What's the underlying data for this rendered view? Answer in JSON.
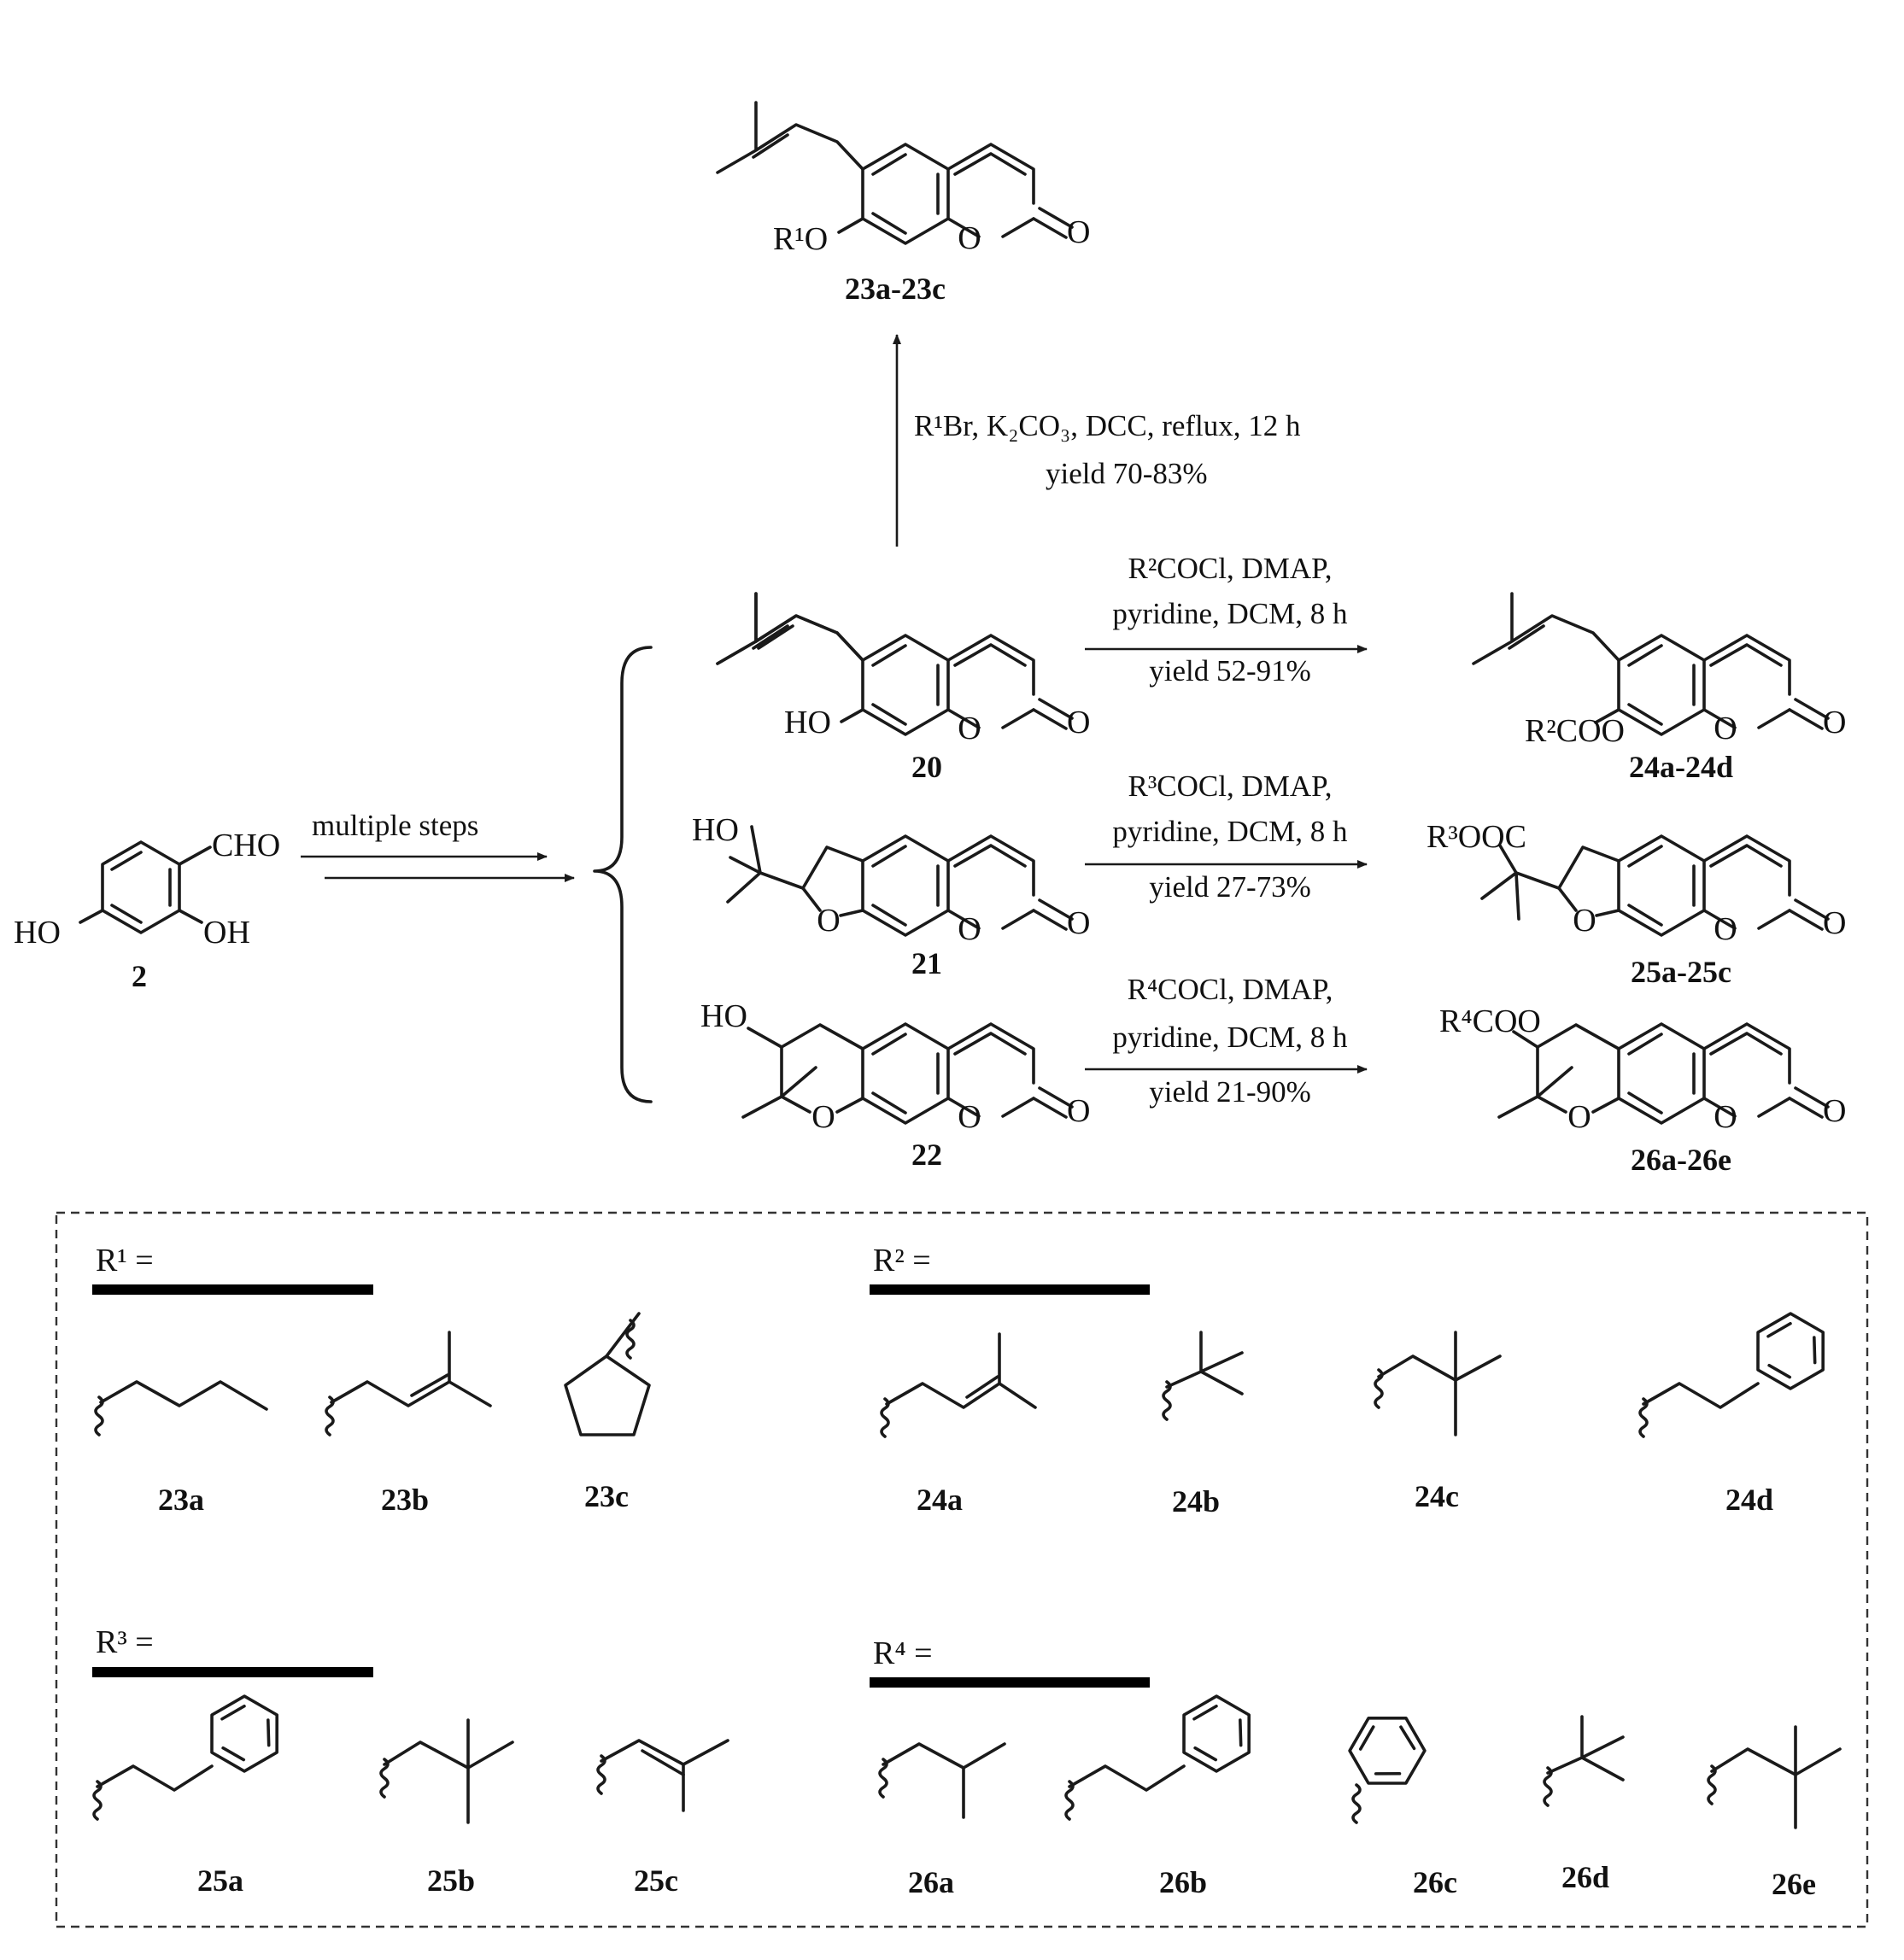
{
  "reactants": {
    "start": {
      "id": "2",
      "atoms": {
        "cho": "CHO",
        "ho_left": "HO",
        "oh_right": "OH"
      }
    },
    "start_step": "multiple steps"
  },
  "intermediates": {
    "c20": {
      "id": "20",
      "ho": "HO"
    },
    "c21": {
      "id": "21",
      "ho": "HO"
    },
    "c22": {
      "id": "22",
      "ho": "HO"
    }
  },
  "ring_atoms": {
    "O": "O"
  },
  "reactions": {
    "to23": {
      "reagent_line1": "R¹Br, K₂CO₃, DCC, reflux, 12 h",
      "yield": "yield 70-83%"
    },
    "to24": {
      "line1": "R²COCl, DMAP,",
      "line2": "pyridine, DCM, 8 h",
      "yield": "yield 52-91%"
    },
    "to25": {
      "line1": "R³COCl, DMAP,",
      "line2": "pyridine, DCM, 8 h",
      "yield": "yield 27-73%"
    },
    "to26": {
      "line1": "R⁴COCl, DMAP,",
      "line2": "pyridine, DCM, 8 h",
      "yield": "yield 21-90%"
    }
  },
  "products": {
    "p23": {
      "range": "23a-23c",
      "sub": "R¹O"
    },
    "p24": {
      "range": "24a-24d",
      "sub": "R²COO"
    },
    "p25": {
      "range": "25a-25c",
      "sub": "R³OOC"
    },
    "p26": {
      "range": "26a-26e",
      "sub": "R⁴COO"
    }
  },
  "substituents": {
    "R1": {
      "heading": "R¹ =",
      "items": [
        "23a",
        "23b",
        "23c"
      ]
    },
    "R2": {
      "heading": "R² =",
      "items": [
        "24a",
        "24b",
        "24c",
        "24d"
      ]
    },
    "R3": {
      "heading": "R³ =",
      "items": [
        "25a",
        "25b",
        "25c"
      ]
    },
    "R4": {
      "heading": "R⁴ =",
      "items": [
        "26a",
        "26b",
        "26c",
        "26d",
        "26e"
      ]
    }
  }
}
